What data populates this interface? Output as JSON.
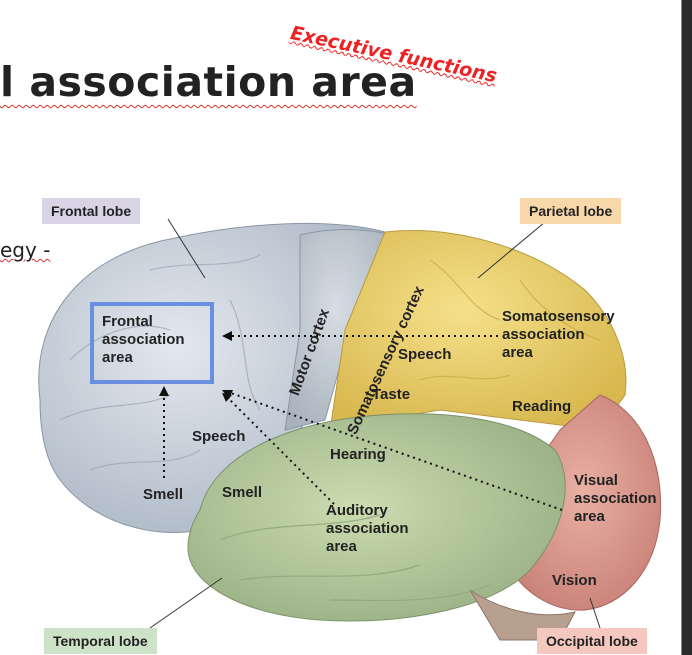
{
  "slide": {
    "title": "l association area",
    "annotation": "Executive functions",
    "cut_text": "egy -"
  },
  "lobes": {
    "frontal": "Frontal lobe",
    "parietal": "Parietal lobe",
    "temporal": "Temporal lobe",
    "occipital": "Occipital lobe"
  },
  "lobe_colors": {
    "frontal": "#d9d3e6",
    "parietal": "#f8d8aa",
    "temporal": "#cde3c7",
    "occipital": "#f5c8bf"
  },
  "regions": {
    "frontal_association": "Frontal\nassociation\narea",
    "motor_cortex": "Motor cortex",
    "somatosensory_cortex": "Somatosensory cortex",
    "somatosensory_association": "Somatosensory\nassociation\narea",
    "speech_parietal": "Speech",
    "taste": "Taste",
    "reading": "Reading",
    "speech_frontal": "Speech",
    "hearing": "Hearing",
    "smell_1": "Smell",
    "smell_2": "Smell",
    "auditory_association": "Auditory\nassociation\narea",
    "visual_association": "Visual\nassociation\narea",
    "vision": "Vision"
  },
  "highlight_color": "#6b8fe0"
}
